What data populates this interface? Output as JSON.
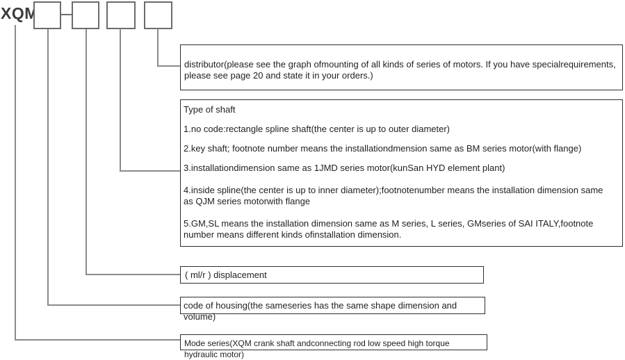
{
  "colors": {
    "connector_gray": "#8a8a8a",
    "code_box_border": "#6b6b6b",
    "callout_border": "#2e2e2e",
    "text": "#1f1f1f"
  },
  "model_code": {
    "prefix": "XQM"
  },
  "callouts": {
    "distributor": {
      "lines": [
        "distributor(please see the graph ofmounting of all kinds of series of motors. If you have specialrequirements,",
        "please see page 20 and state it in your orders.)"
      ]
    },
    "shaft": {
      "title": "Type of shaft",
      "lines": [
        "1.no code:rectangle spline shaft(the center is up to outer diameter)",
        "2.key shaft; footnote number means the installationdmension same as BM series motor(with flange)",
        "3.installationdimension same as 1JMD series motor(kunSan HYD element plant)",
        "4.inside spline(the center is up to inner diameter);footnotenumber means the installation dimension same",
        "as QJM series motorwith flange",
        "5.GM,SL means the installation dimension same as M series, L series, GMseries of SAI ITALY,footnote",
        "number means different kinds ofinstallation dimension."
      ]
    },
    "displacement": {
      "text": "( ml/r ) displacement"
    },
    "housing": {
      "text": "code of housing(the sameseries has the same shape dimension and volume)"
    },
    "mode_series": {
      "text": "Mode series(XQM crank shaft andconnecting rod low speed high torque hydraulic motor)"
    }
  }
}
